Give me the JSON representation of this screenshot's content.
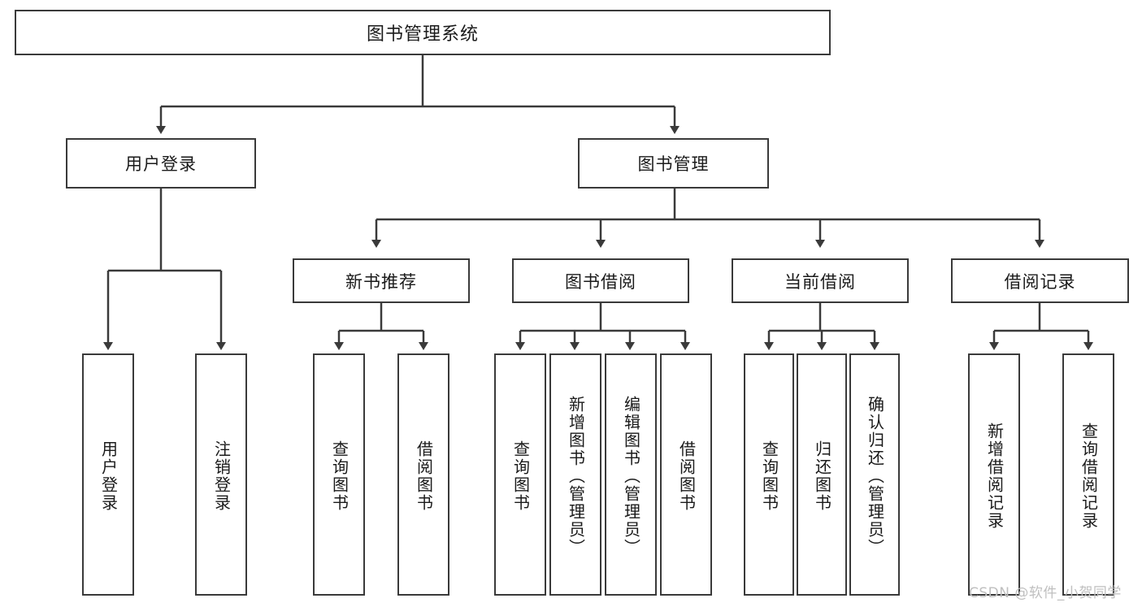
{
  "diagram": {
    "title": "图书管理系统",
    "type": "tree-hierarchy",
    "watermark": "CSDN @软件_小贺同学",
    "colors": {
      "box_border": "#3a3a3a",
      "box_fill": "#ffffff",
      "edge": "#3a3a3a",
      "text": "#1a1a1a",
      "watermark": "#bfbfbf",
      "background": "#ffffff"
    },
    "root": {
      "label": "图书管理系统"
    },
    "level2": [
      {
        "label": "用户登录"
      },
      {
        "label": "图书管理"
      }
    ],
    "level3": [
      {
        "label": "新书推荐"
      },
      {
        "label": "图书借阅"
      },
      {
        "label": "当前借阅"
      },
      {
        "label": "借阅记录"
      }
    ],
    "leaves": {
      "user_login": [
        {
          "label": "用户登录"
        },
        {
          "label": "注销登录"
        }
      ],
      "new_book": [
        {
          "label": "查询图书"
        },
        {
          "label": "借阅图书"
        }
      ],
      "book_borrow": [
        {
          "label": "查询图书"
        },
        {
          "label": "新增图书（管理员）"
        },
        {
          "label": "编辑图书（管理员）"
        },
        {
          "label": "借阅图书"
        }
      ],
      "current_borrow": [
        {
          "label": "查询图书"
        },
        {
          "label": "归还图书"
        },
        {
          "label": "确认归还（管理员）"
        }
      ],
      "borrow_record": [
        {
          "label": "新增借阅记录"
        },
        {
          "label": "查询借阅记录"
        }
      ]
    }
  }
}
